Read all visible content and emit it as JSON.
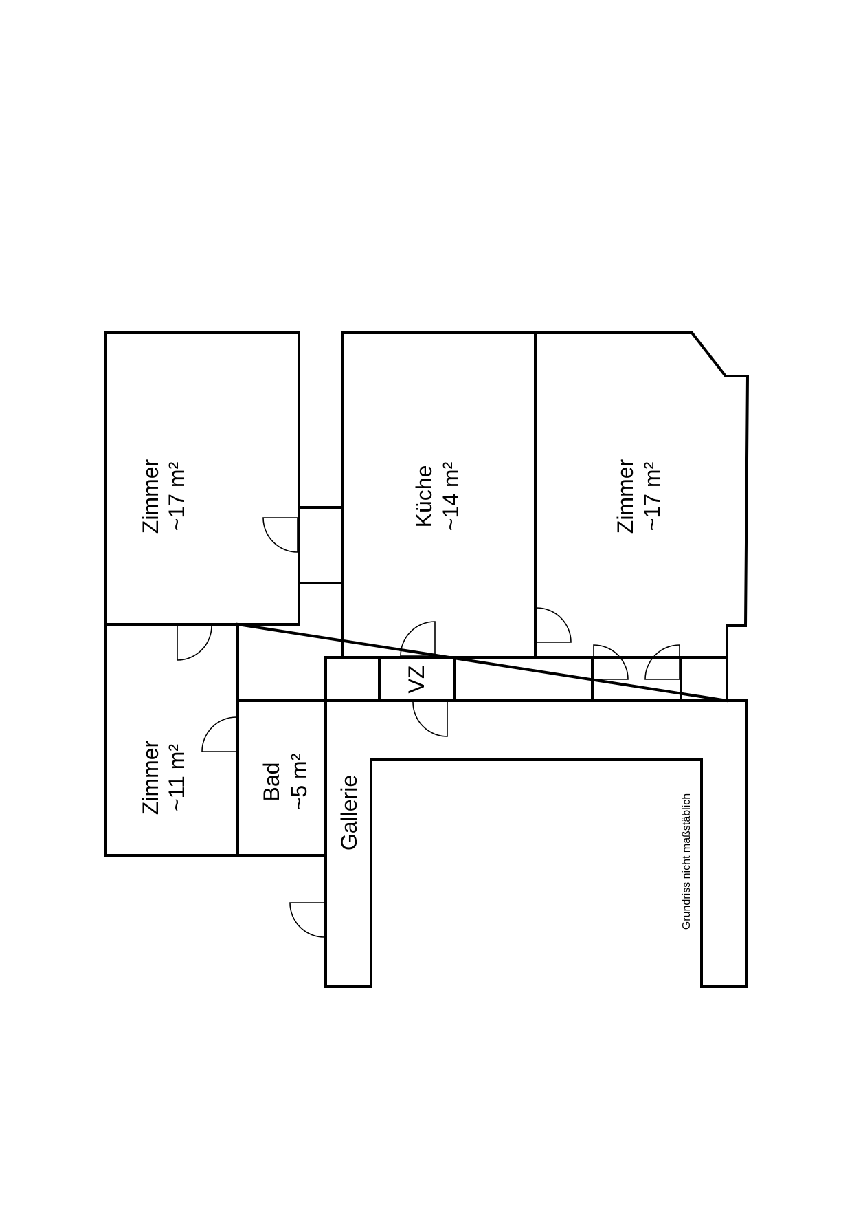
{
  "rooms": {
    "zimmer_top_left": {
      "name": "Zimmer",
      "area": "~17 m²"
    },
    "kueche": {
      "name": "Küche",
      "area": "~14 m²"
    },
    "zimmer_right": {
      "name": "Zimmer",
      "area": "~17 m²"
    },
    "zimmer_bottom_left": {
      "name": "Zimmer",
      "area": "~11 m²"
    },
    "bad": {
      "name": "Bad",
      "area": "~5 m²"
    },
    "vz": {
      "name": "VZ"
    },
    "gallerie": {
      "name": "Gallerie"
    }
  },
  "note": "Grundriss nicht maßstäblich"
}
